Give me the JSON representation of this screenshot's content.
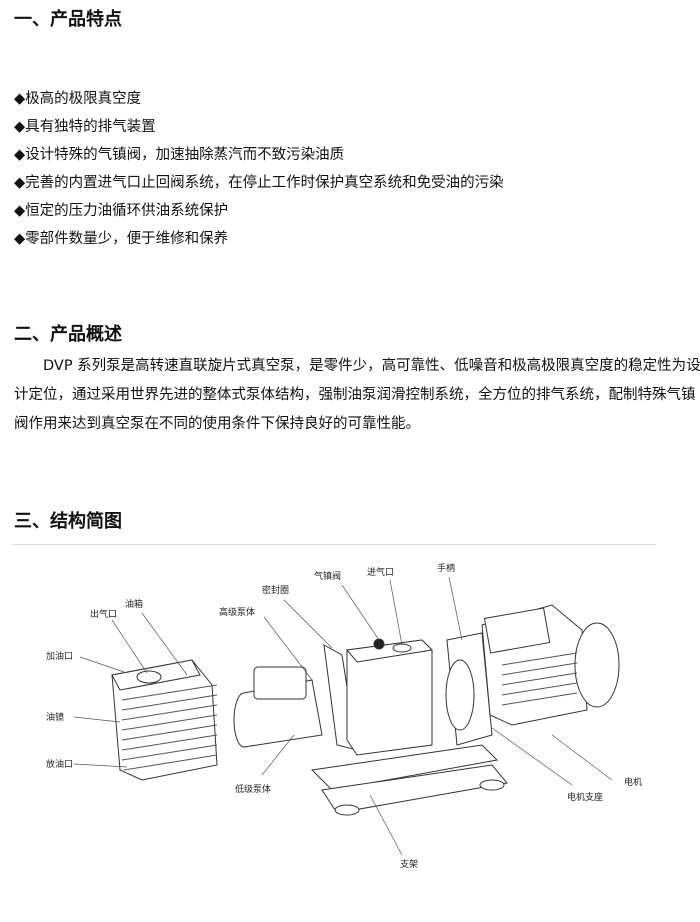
{
  "sections": [
    {
      "title": "一、产品特点"
    },
    {
      "title": "二、产品概述"
    },
    {
      "title": "三、结构简图"
    }
  ],
  "features": [
    "◆极高的极限真空度",
    "◆具有独特的排气装置",
    "◆设计特殊的气镇阀，加速抽除蒸汽而不致污染油质",
    "◆完善的内置进气口止回阀系统，在停止工作时保护真空系统和免受油的污染",
    "◆恒定的压力油循环供油系统保护",
    "◆零部件数量少，便于维修和保养"
  ],
  "overview": "DVP 系列泵是高转速直联旋片式真空泵，是零件少，高可靠性、低噪音和极高极限真空度的稳定性为设计定位，通过采用世界先进的整体式泵体结构，强制油泵润滑控制系统，全方位的排气系统，配制特殊气镇阀作用来达到真空泵在不同的使用条件下保持良好的可靠性能。",
  "diagram": {
    "labels": {
      "outlet": "出气口",
      "tank": "油箱",
      "fill": "加油口",
      "sight": "油镜",
      "drain": "放油口",
      "high": "高级泵体",
      "low": "低级泵体",
      "seal": "密封圈",
      "ballast": "气镇阀",
      "inlet": "进气口",
      "handle": "手柄",
      "motor": "电机",
      "motor_mount": "电机支座",
      "stand": "支架"
    }
  }
}
